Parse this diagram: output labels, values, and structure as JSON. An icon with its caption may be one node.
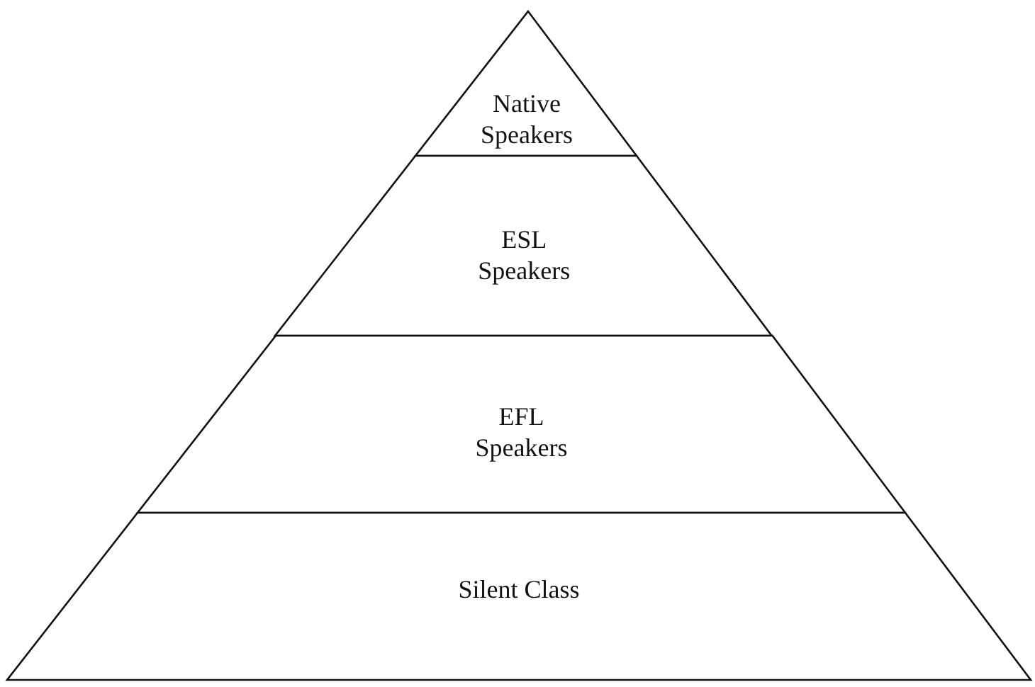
{
  "diagram": {
    "nodes": [
      {
        "text": [
          "Native Speakers"
        ]
      },
      {
        "text": [
          "ESL Speakers"
        ]
      },
      {
        "text": [
          "EFL Speakers"
        ]
      },
      {
        "text": [
          "Silent Class"
        ]
      }
    ]
  }
}
